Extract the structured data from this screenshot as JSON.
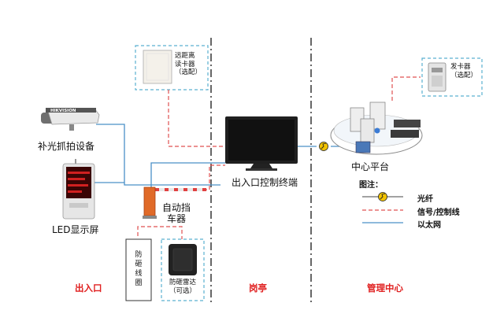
{
  "labels": {
    "remote_reader": "远距离\n读卡器\n（选配）",
    "camera": "补光抓拍设备",
    "led_screen": "LED显示屏",
    "barrier": "自动挡\n车器",
    "loop": "防\n砸\n线\n圈",
    "radar": "防砸雷达\n（可选）",
    "terminal": "出入口控制终端",
    "card_issuer": "发卡器\n（选配）",
    "platform": "中心平台"
  },
  "zones": {
    "entrance": "出入口",
    "booth": "岗亭",
    "center": "管理中心"
  },
  "legend": {
    "title": "图注：",
    "fiber": "光纤",
    "signal": "信号/控制线",
    "ethernet": "以太网"
  },
  "device_text": {
    "camera_brand": "HIKVISION"
  },
  "colors": {
    "ethernet": "#4a90c8",
    "signal": "#e05050",
    "zone_text": "#e02020",
    "fiber": "#f2c300"
  }
}
